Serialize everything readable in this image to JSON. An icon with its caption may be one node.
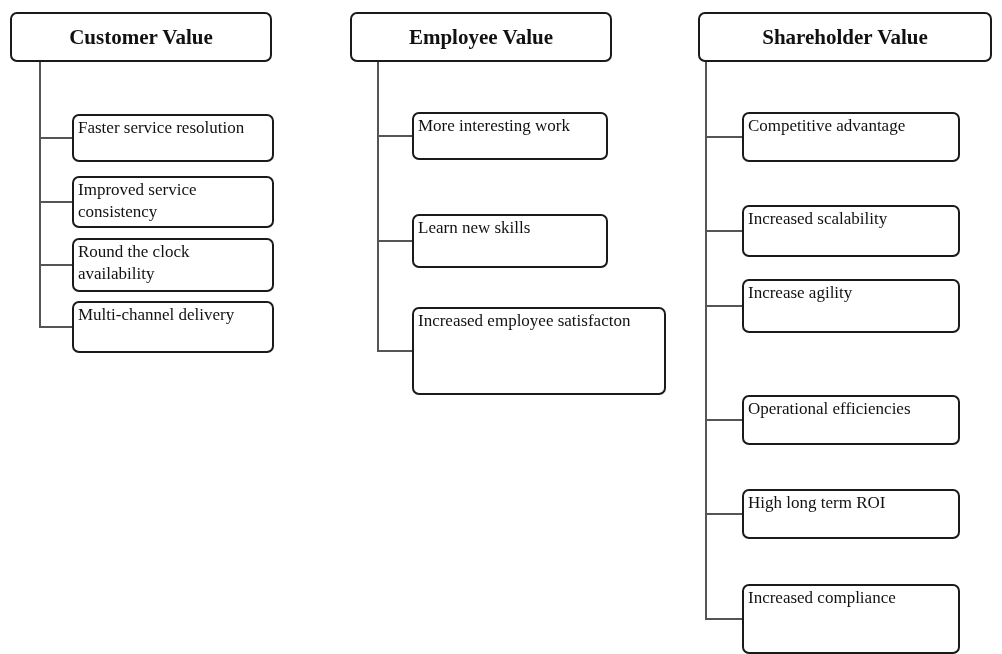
{
  "diagram": {
    "nodes": [
      {
        "text": [
          "Customer Value"
        ]
      },
      {
        "text": [
          "Faster service resolution"
        ]
      },
      {
        "text": [
          "Improved service consistency"
        ]
      },
      {
        "text": [
          "Round the clock availability"
        ]
      },
      {
        "text": [
          "Multi-channel delivery"
        ]
      },
      {
        "text": [
          "Employee Value"
        ]
      },
      {
        "text": [
          "More interesting work"
        ]
      },
      {
        "text": [
          "Learn new skills"
        ]
      },
      {
        "text": [
          "Increased employee satisfacton"
        ]
      },
      {
        "text": [
          "Shareholder Value"
        ]
      },
      {
        "text": [
          "Competitive advantage"
        ]
      },
      {
        "text": [
          "Increased scalability"
        ]
      },
      {
        "text": [
          "Increase agility"
        ]
      },
      {
        "text": [
          "Operational efficiencies"
        ]
      },
      {
        "text": [
          "High long term ROI"
        ]
      },
      {
        "text": [
          "Increased compliance"
        ]
      }
    ],
    "edges": [
      {
        "from": 0,
        "to": 1,
        "arrow": "none"
      },
      {
        "from": 0,
        "to": 2,
        "arrow": "none"
      },
      {
        "from": 0,
        "to": 3,
        "arrow": "none"
      },
      {
        "from": 0,
        "to": 4,
        "arrow": "none"
      },
      {
        "from": 5,
        "to": 6,
        "arrow": "none"
      },
      {
        "from": 5,
        "to": 7,
        "arrow": "none"
      },
      {
        "from": 5,
        "to": 8,
        "arrow": "none"
      },
      {
        "from": 9,
        "to": 10,
        "arrow": "none"
      },
      {
        "from": 9,
        "to": 11,
        "arrow": "none"
      },
      {
        "from": 9,
        "to": 12,
        "arrow": "none"
      },
      {
        "from": 9,
        "to": 13,
        "arrow": "none"
      },
      {
        "from": 9,
        "to": 14,
        "arrow": "none"
      },
      {
        "from": 9,
        "to": 15,
        "arrow": "none"
      }
    ]
  }
}
